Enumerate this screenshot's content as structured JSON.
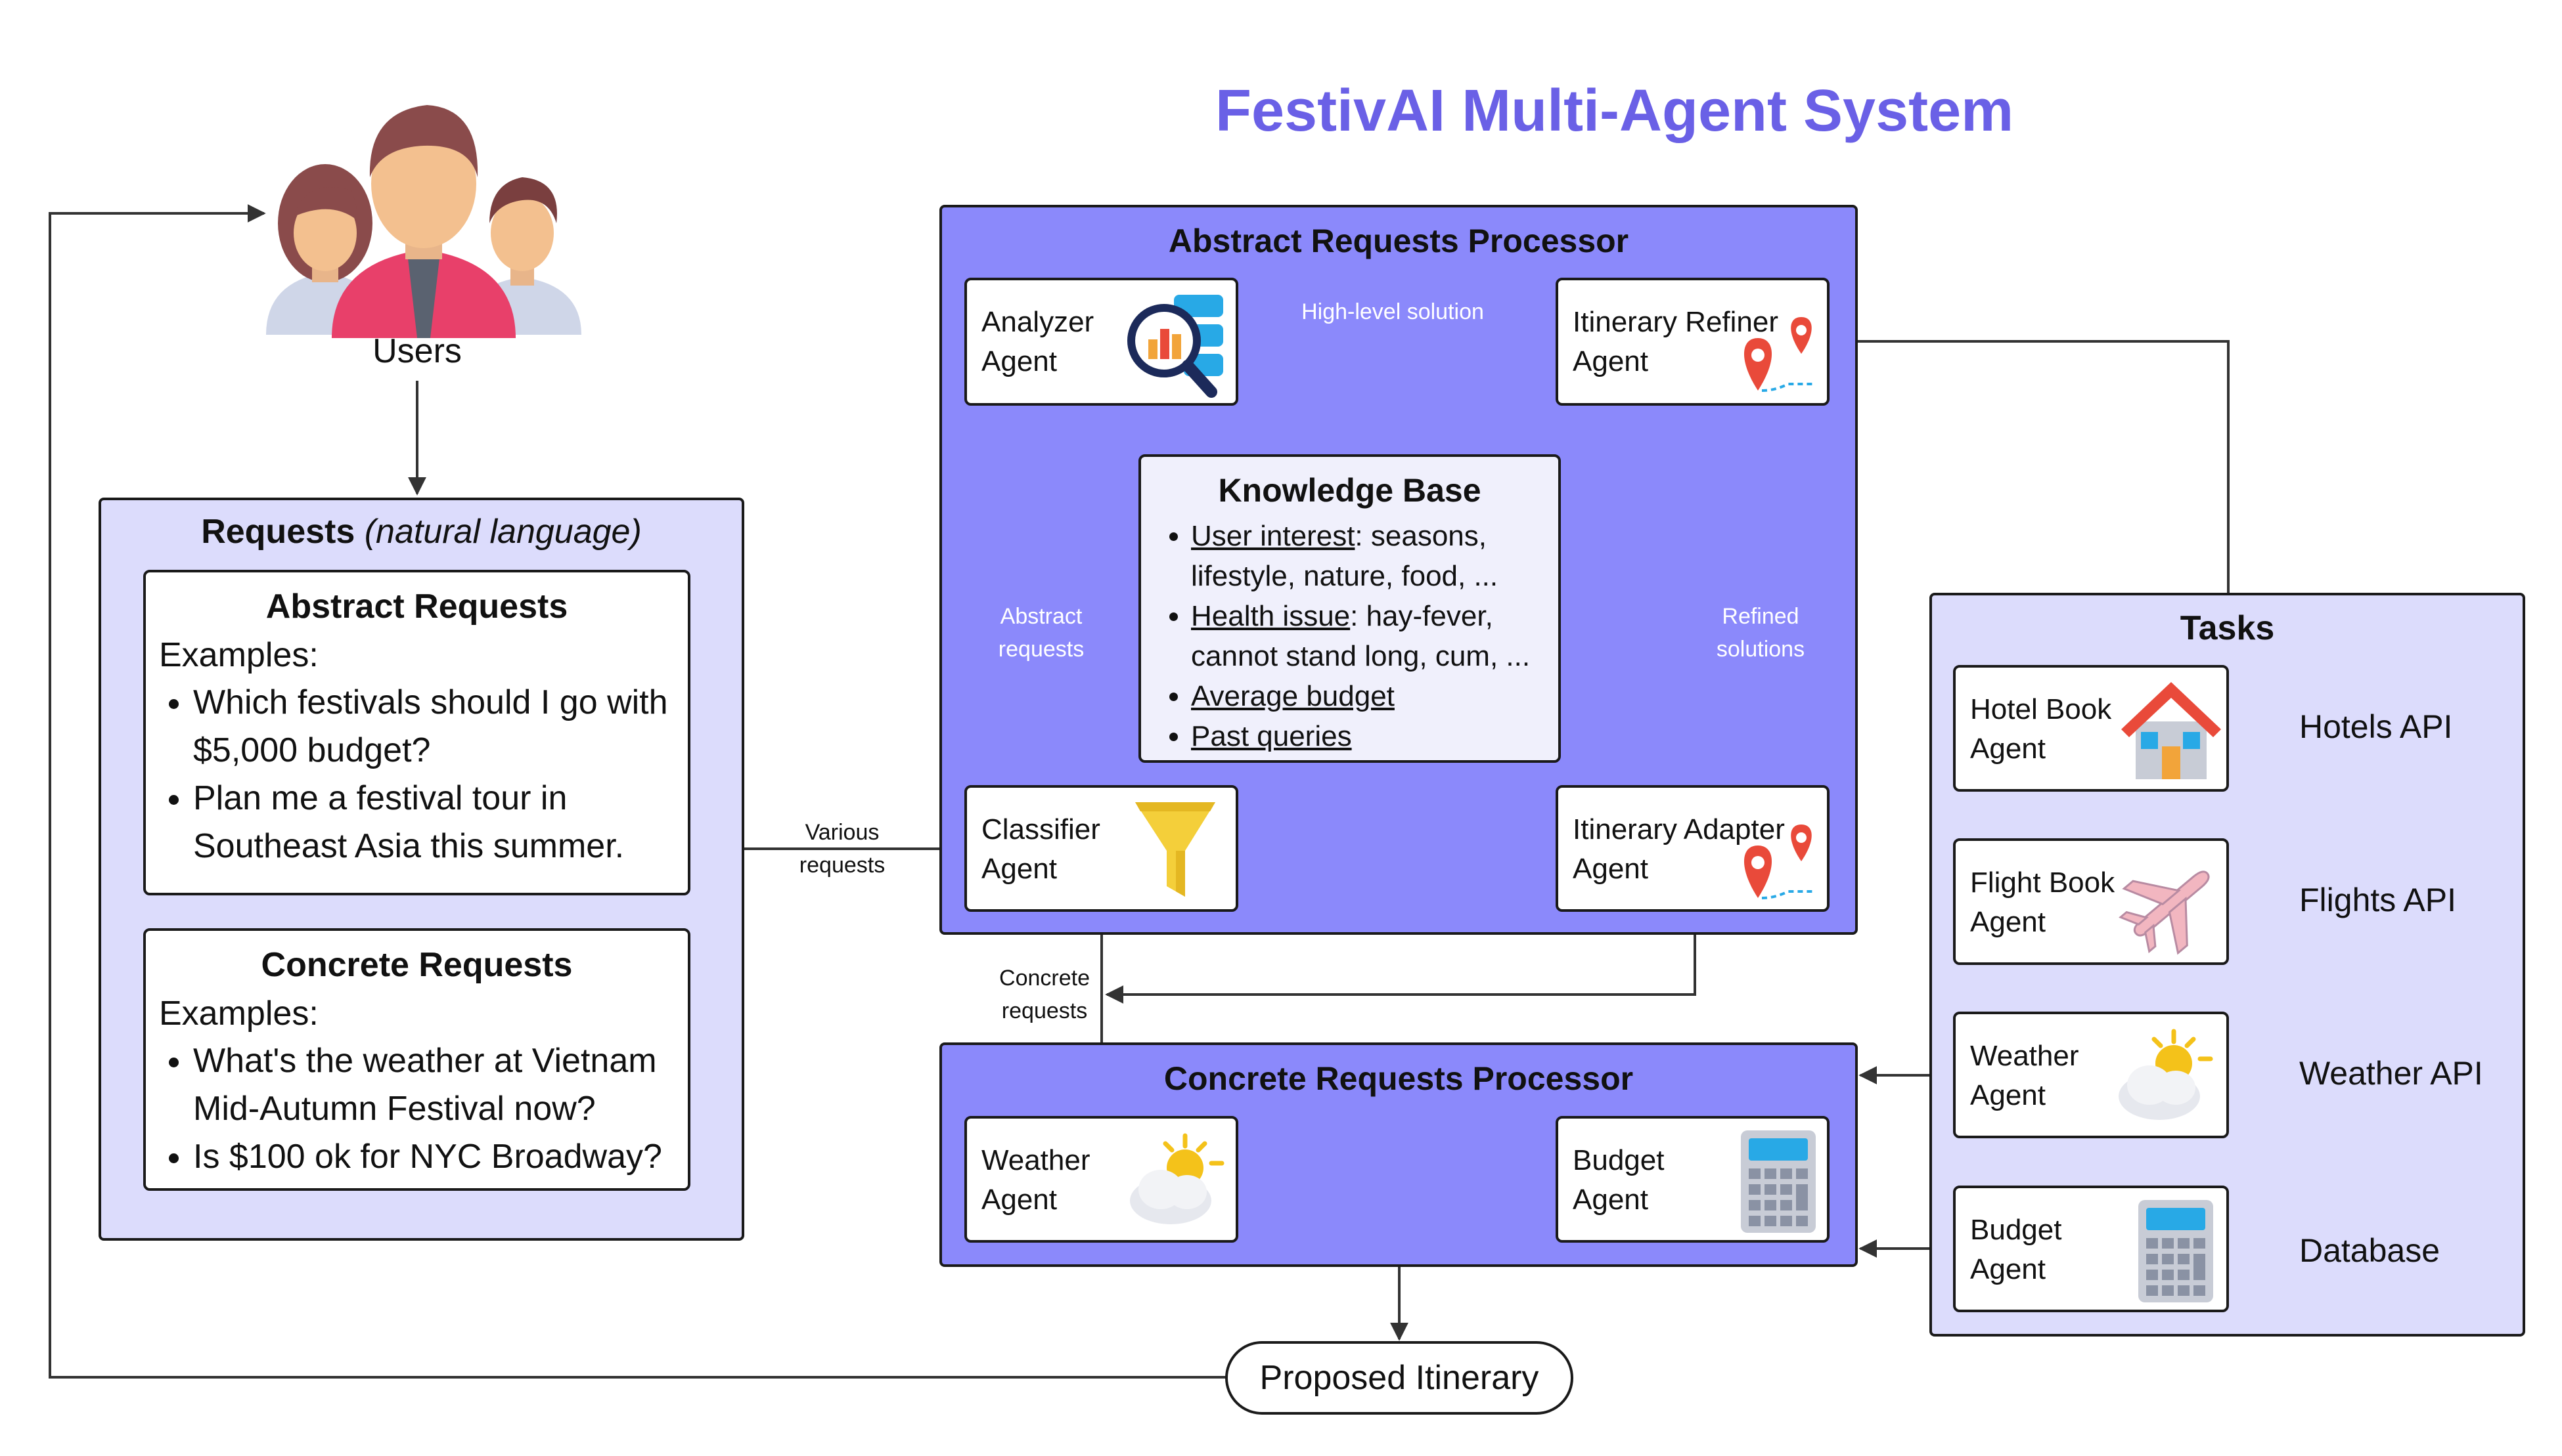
{
  "title": "FestivAI Multi-Agent System",
  "users": {
    "label": "Users"
  },
  "requests": {
    "heading_bold": "Requests",
    "heading_italic": "(natural language)",
    "abstract": {
      "title": "Abstract Requests",
      "examples_label": "Examples:",
      "items": [
        "Which festivals should I go with $5,000 budget?",
        "Plan me a festival tour in Southeast Asia this summer."
      ]
    },
    "concrete": {
      "title": "Concrete Requests",
      "examples_label": "Examples:",
      "items": [
        "What's the weather at Vietnam Mid-Autumn Festival now?",
        "Is $100 ok for NYC Broadway?"
      ]
    }
  },
  "flows": {
    "various_1": "Various",
    "various_2": "requests",
    "abstract_1": "Abstract",
    "abstract_2": "requests",
    "high_level": "High-level solution",
    "refined_1": "Refined",
    "refined_2": "solutions",
    "concrete_1": "Concrete",
    "concrete_2": "requests"
  },
  "abstract_processor": {
    "title": "Abstract Requests Processor",
    "analyzer": [
      "Analyzer",
      "Agent"
    ],
    "refiner": [
      "Itinerary Refiner",
      "Agent"
    ],
    "classifier": [
      "Classifier",
      "Agent"
    ],
    "adapter": [
      "Itinerary Adapter",
      "Agent"
    ]
  },
  "knowledge_base": {
    "title": "Knowledge Base",
    "items": [
      {
        "key": "User interest",
        "rest": ": seasons, lifestyle, nature, food, ..."
      },
      {
        "key": "Health issue",
        "rest": ": hay-fever, cannot stand long, cum, ..."
      },
      {
        "key": "Average budget",
        "rest": ""
      },
      {
        "key": "Past queries",
        "rest": ""
      }
    ]
  },
  "concrete_processor": {
    "title": "Concrete Requests Processor",
    "weather": [
      "Weather",
      "Agent"
    ],
    "budget": [
      "Budget",
      "Agent"
    ]
  },
  "tasks": {
    "title": "Tasks",
    "agents": [
      {
        "lines": [
          "Hotel Book",
          "Agent"
        ],
        "api": "Hotels API",
        "icon": "house-icon"
      },
      {
        "lines": [
          "Flight Book",
          "Agent"
        ],
        "api": "Flights API",
        "icon": "airplane-icon"
      },
      {
        "lines": [
          "Weather",
          "Agent"
        ],
        "api": "Weather API",
        "icon": "weather-icon"
      },
      {
        "lines": [
          "Budget",
          "Agent"
        ],
        "api": "Database",
        "icon": "calculator-icon"
      }
    ]
  },
  "output": {
    "label": "Proposed Itinerary"
  }
}
